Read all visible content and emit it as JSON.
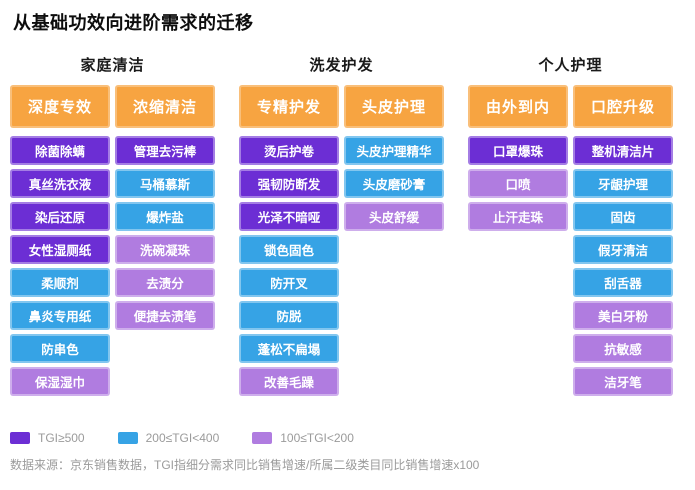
{
  "title": "从基础功效向进阶需求的迁移",
  "footnote": "数据来源：京东销售数据，TGI指细分需求同比销售增速/所属二级类目同比销售增速x100",
  "colors": {
    "header": "#F7A441",
    "high": "#6C2ED4",
    "mid": "#36A3E5",
    "low": "#B07CE0"
  },
  "legend": [
    {
      "label": "TGI≥500",
      "level": "high"
    },
    {
      "label": "200≤TGI<400",
      "level": "mid"
    },
    {
      "label": "100≤TGI<200",
      "level": "low"
    }
  ],
  "chart_data": {
    "type": "table",
    "title": "从基础功效向进阶需求的迁移",
    "value_bands": {
      "high": "TGI≥500",
      "mid": "200≤TGI<400",
      "low": "100≤TGI<200"
    },
    "groups": [
      {
        "name": "家庭清洁",
        "columns": [
          {
            "header": "深度专效",
            "items": [
              {
                "label": "除菌除螨",
                "level": "high"
              },
              {
                "label": "真丝洗衣液",
                "level": "high"
              },
              {
                "label": "染后还原",
                "level": "high"
              },
              {
                "label": "女性湿厕纸",
                "level": "high"
              },
              {
                "label": "柔顺剂",
                "level": "mid"
              },
              {
                "label": "鼻炎专用纸",
                "level": "mid"
              },
              {
                "label": "防串色",
                "level": "mid"
              },
              {
                "label": "保湿湿巾",
                "level": "low"
              }
            ]
          },
          {
            "header": "浓缩清洁",
            "items": [
              {
                "label": "管理去污棒",
                "level": "high"
              },
              {
                "label": "马桶慕斯",
                "level": "mid"
              },
              {
                "label": "爆炸盐",
                "level": "mid"
              },
              {
                "label": "洗碗凝珠",
                "level": "low"
              },
              {
                "label": "去渍分",
                "level": "low"
              },
              {
                "label": "便捷去渍笔",
                "level": "low"
              }
            ]
          }
        ]
      },
      {
        "name": "洗发护发",
        "columns": [
          {
            "header": "专精护发",
            "items": [
              {
                "label": "烫后护卷",
                "level": "high"
              },
              {
                "label": "强韧防断发",
                "level": "high"
              },
              {
                "label": "光泽不暗哑",
                "level": "high"
              },
              {
                "label": "锁色固色",
                "level": "mid"
              },
              {
                "label": "防开叉",
                "level": "mid"
              },
              {
                "label": "防脱",
                "level": "mid"
              },
              {
                "label": "蓬松不扁塌",
                "level": "mid"
              },
              {
                "label": "改善毛躁",
                "level": "low"
              }
            ]
          },
          {
            "header": "头皮护理",
            "items": [
              {
                "label": "头皮护理精华",
                "level": "mid"
              },
              {
                "label": "头皮磨砂膏",
                "level": "mid"
              },
              {
                "label": "头皮舒缓",
                "level": "low"
              }
            ]
          }
        ]
      },
      {
        "name": "个人护理",
        "columns": [
          {
            "header": "由外到内",
            "items": [
              {
                "label": "口罩爆珠",
                "level": "high"
              },
              {
                "label": "口喷",
                "level": "low"
              },
              {
                "label": "止汗走珠",
                "level": "low"
              }
            ]
          },
          {
            "header": "口腔升级",
            "items": [
              {
                "label": "整机清洁片",
                "level": "high"
              },
              {
                "label": "牙龈护理",
                "level": "mid"
              },
              {
                "label": "固齿",
                "level": "mid"
              },
              {
                "label": "假牙清洁",
                "level": "mid"
              },
              {
                "label": "刮舌器",
                "level": "mid"
              },
              {
                "label": "美白牙粉",
                "level": "low"
              },
              {
                "label": "抗敏感",
                "level": "low"
              },
              {
                "label": "洁牙笔",
                "level": "low"
              }
            ]
          }
        ]
      }
    ]
  }
}
